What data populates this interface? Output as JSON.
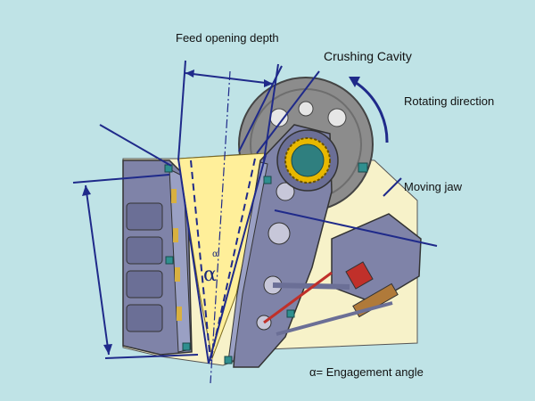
{
  "labels": {
    "feed_opening_depth": "Feed opening depth",
    "crushing_cavity": "Crushing Cavity",
    "rotating_direction": "Rotating direction",
    "moving_jaw": "Moving jaw",
    "engagement_angle": "α= Engagement angle",
    "alpha_symbol": "α",
    "alpha_small": "α"
  },
  "colors": {
    "background": "#bfe3e6",
    "frame": "#f7f2c9",
    "cavity": "#ffef9a",
    "jaw": "#7f83a8",
    "jaw_plate": "#9aa0c4",
    "flywheel": "#8c8c8c",
    "bearing_ring": "#e8b800",
    "bearing_core": "#2f7f7f",
    "annotation_line": "#1f2a8a",
    "toggle_red": "#c0302a",
    "spring": "#b07a3a"
  }
}
